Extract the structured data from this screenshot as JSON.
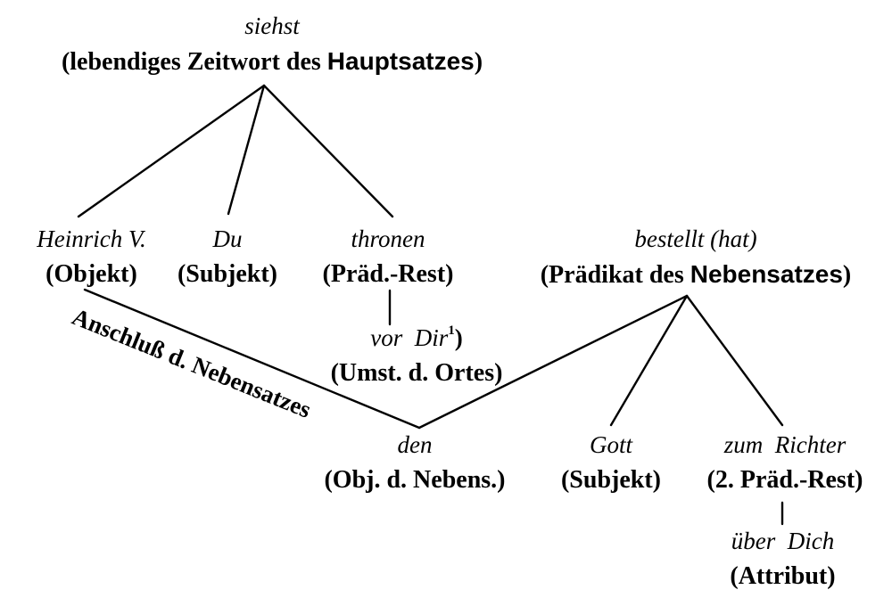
{
  "diagram": {
    "root": {
      "word": "siehst",
      "label_pre": "(lebendiges Zeitwort des ",
      "label_bold": "Hauptsatzes",
      "label_post": ")"
    },
    "heinrich": {
      "word": "Heinrich V.",
      "label": "(Objekt)"
    },
    "du": {
      "word": "Du",
      "label": "(Subjekt)"
    },
    "thronen": {
      "word": "thronen",
      "label": "(Präd.-Rest)"
    },
    "vor_dir": {
      "word": "vor  Dir",
      "footnote": "1",
      "close": ")",
      "label": "(Umst. d. Ortes)"
    },
    "bestellt": {
      "word": "bestellt (hat)",
      "label_pre": "(Prädikat des ",
      "label_bold": "Nebensatzes",
      "label_post": ")"
    },
    "den": {
      "word": "den",
      "label": "(Obj. d. Nebens.)"
    },
    "gott": {
      "word": "Gott",
      "label": "(Subjekt)"
    },
    "richter": {
      "word": "zum  Richter",
      "label": "(2. Präd.-Rest)"
    },
    "ueber_dich": {
      "word": "über  Dich",
      "label": "(Attribut)"
    },
    "connector_label": "Anschluß d. Nebensatzes"
  }
}
